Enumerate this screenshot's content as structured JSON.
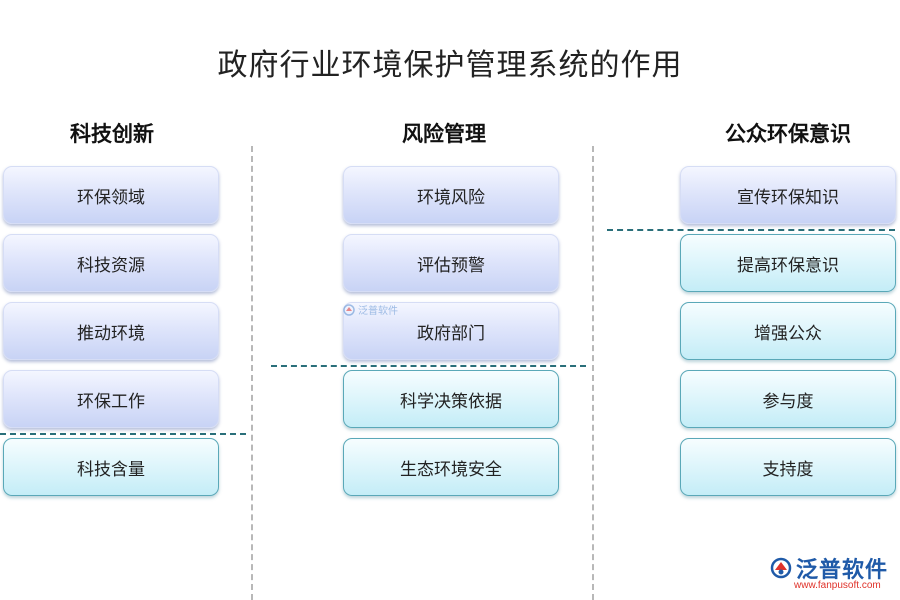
{
  "title": "政府行业环境保护管理系统的作用",
  "columns": [
    {
      "heading": "科技创新",
      "items": [
        "环保领域",
        "科技资源",
        "推动环境",
        "环保工作",
        "科技含量"
      ]
    },
    {
      "heading": "风险管理",
      "items": [
        "环境风险",
        "评估预警",
        "政府部门",
        "科学决策依据",
        "生态环境安全"
      ]
    },
    {
      "heading": "公众环保意识",
      "items": [
        "宣传环保知识",
        "提高环保意识",
        "增强公众",
        "参与度",
        "支持度"
      ]
    }
  ],
  "watermark": "泛普软件",
  "logo": {
    "name": "泛普软件",
    "url": "www.fanpusoft.com"
  },
  "colors": {
    "blue_box": "#d3dcf8",
    "cyan_box": "#d4f2fa",
    "cyan_border": "#5aa8b8",
    "dash_divider": "#2a6f7a",
    "logo": "#1f5aa8",
    "url": "#e0322a"
  }
}
